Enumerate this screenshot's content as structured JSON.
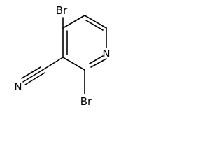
{
  "molecule": {
    "atoms": {
      "br_top": "Br",
      "br_bottom": "Br",
      "nitrogen_ring": "N",
      "nitrogen_nitrile": "N"
    }
  },
  "colors": {
    "bond": "#000000",
    "label": "#000000",
    "background": "#ffffff"
  }
}
